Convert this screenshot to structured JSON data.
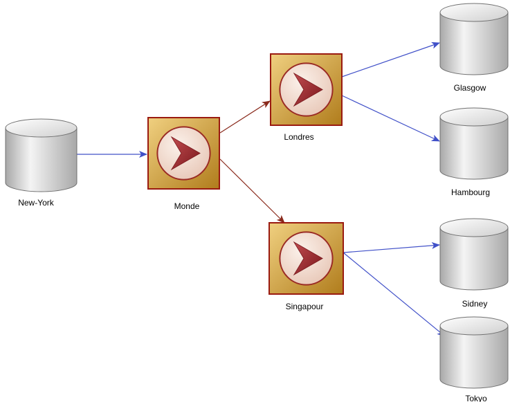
{
  "colors": {
    "background": "#ffffff",
    "blue_arrow": "#4050c8",
    "red_arrow": "#8a2a1c",
    "db_fill_light": "#f4f4f4",
    "db_fill_dark": "#a8a8a8",
    "db_stroke": "#707070",
    "processor_fill_light": "#f0d080",
    "processor_fill_dark": "#b07c1c",
    "processor_border": "#9a1a10",
    "processor_circle": "#f2ddd0",
    "processor_triangle": "#a0282c"
  },
  "icons": {
    "database": "database-cylinder-icon",
    "processor": "play-arrow-processor-icon"
  },
  "nodes": {
    "new_york": {
      "label": "New-York",
      "kind": "database"
    },
    "monde": {
      "label": "Monde",
      "kind": "processor"
    },
    "londres": {
      "label": "Londres",
      "kind": "processor"
    },
    "singapour": {
      "label": "Singapour",
      "kind": "processor"
    },
    "glasgow": {
      "label": "Glasgow",
      "kind": "database"
    },
    "hambourg": {
      "label": "Hambourg",
      "kind": "database"
    },
    "sidney": {
      "label": "Sidney",
      "kind": "database"
    },
    "tokyo": {
      "label": "Tokyo",
      "kind": "database"
    }
  },
  "edges": [
    {
      "from": "new_york",
      "to": "monde",
      "color": "blue"
    },
    {
      "from": "monde",
      "to": "londres",
      "color": "red"
    },
    {
      "from": "monde",
      "to": "singapour",
      "color": "red"
    },
    {
      "from": "londres",
      "to": "glasgow",
      "color": "blue"
    },
    {
      "from": "londres",
      "to": "hambourg",
      "color": "blue"
    },
    {
      "from": "singapour",
      "to": "sidney",
      "color": "blue"
    },
    {
      "from": "singapour",
      "to": "tokyo",
      "color": "blue"
    }
  ]
}
